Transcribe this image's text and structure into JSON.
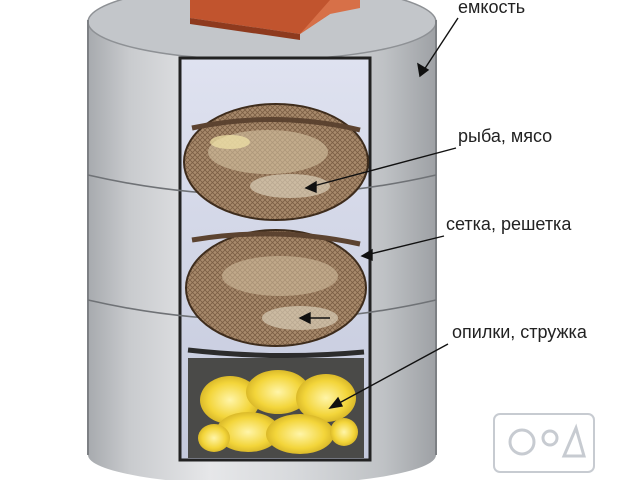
{
  "labels": {
    "container": "емкость",
    "fish_meat": "рыба, мясо",
    "grate": "сетка, решетка",
    "sawdust": "опилки, стружка"
  },
  "icons": {
    "brick": "brick-icon",
    "watermark": "watermark-logo"
  },
  "colors": {
    "drum_light": "#d4d6d9",
    "drum_shadow": "#9c9fa3",
    "brick": "#c1542e",
    "interior": "#cfd3e6",
    "food_tray": "#9a7b5f",
    "wood_chips": "#f0d640",
    "firebox": "#4a4a48",
    "pointer": "#111111"
  }
}
